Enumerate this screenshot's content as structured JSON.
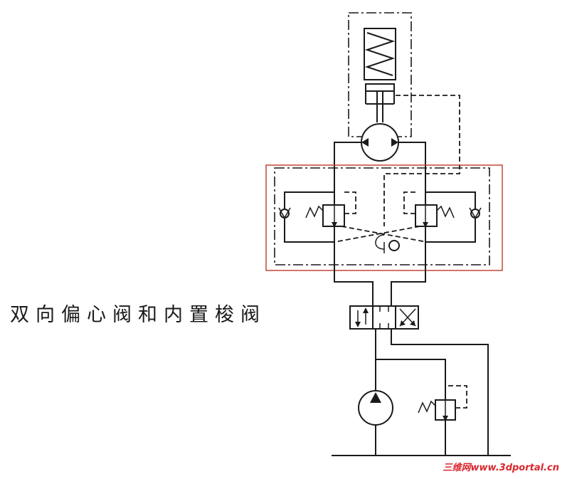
{
  "caption": "双向偏心阀和内置梭阀",
  "watermark": "三维网www.3dportal.cn",
  "colors": {
    "line": "#1a1a1a",
    "highlight_frame": "#c0392b",
    "watermark": "#d9262c"
  },
  "symbols": [
    "cylinder-spring-symbol",
    "rotary-actuator-symbol",
    "relief-valve-left-symbol",
    "relief-valve-right-symbol",
    "check-valve-left-symbol",
    "check-valve-right-symbol",
    "shuttle-valve-symbol",
    "directional-valve-symbol",
    "pump-symbol",
    "system-relief-valve-symbol",
    "tank-line-symbol"
  ]
}
